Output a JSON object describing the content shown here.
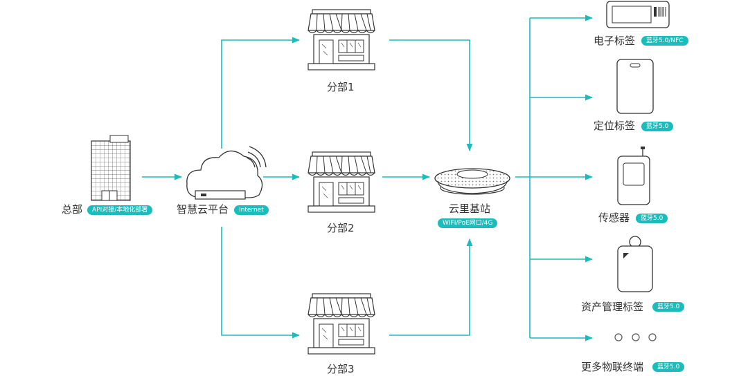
{
  "colors": {
    "accent": "#1dbcbc",
    "line": "#1dbcbc",
    "stroke": "#333333"
  },
  "nodes": {
    "hq": {
      "label": "总部",
      "badge": "API对接/本地化部署",
      "icon": "office-building-icon"
    },
    "cloud": {
      "label": "智慧云平台",
      "badge": "Internet",
      "icon": "cloud-server-icon"
    },
    "branch1": {
      "label": "分部1",
      "icon": "storefront-icon"
    },
    "branch2": {
      "label": "分部2",
      "icon": "storefront-icon"
    },
    "branch3": {
      "label": "分部3",
      "icon": "storefront-icon"
    },
    "station": {
      "label": "云里基站",
      "badge": "WIFI/PoE网口/4G",
      "icon": "base-station-icon"
    }
  },
  "devices": [
    {
      "label": "电子标签",
      "badge": "蓝牙5.0/NFC",
      "icon": "e-paper-tag-icon"
    },
    {
      "label": "定位标签",
      "badge": "蓝牙5.0",
      "icon": "location-tag-icon"
    },
    {
      "label": "传感器",
      "badge": "蓝牙5.0",
      "icon": "sensor-device-icon"
    },
    {
      "label": "资产管理标签",
      "badge": "蓝牙5.0",
      "icon": "asset-tag-icon"
    },
    {
      "label": "更多物联终端",
      "badge": "蓝牙5.0",
      "icon": "more-dots-icon"
    }
  ]
}
